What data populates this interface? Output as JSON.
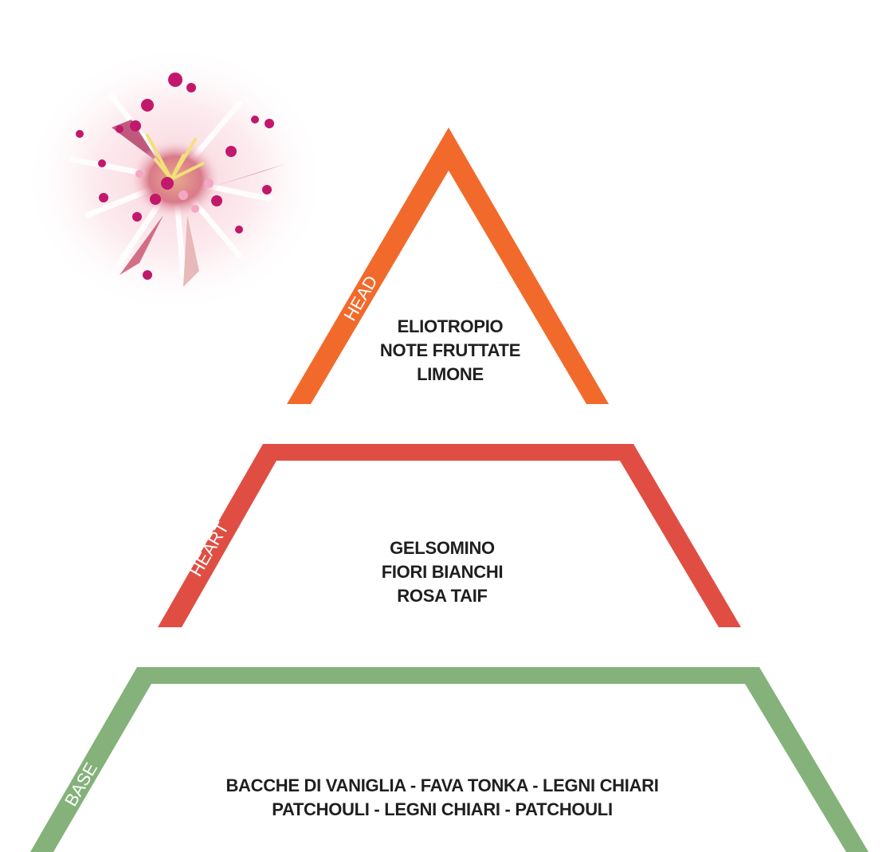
{
  "colors": {
    "head": "#f26a2b",
    "heart": "#e04e43",
    "base": "#84b27a",
    "text": "#1f1f1f"
  },
  "illustration": {
    "name": "pink-flower"
  },
  "tiers": {
    "head": {
      "label": "HEAD",
      "notes": [
        "ELIOTROPIO",
        "NOTE FRUTTATE",
        "LIMONE"
      ]
    },
    "heart": {
      "label": "HEART",
      "notes": [
        "GELSOMINO",
        "FIORI BIANCHI",
        "ROSA TAIF"
      ]
    },
    "base": {
      "label": "BASE",
      "notes": [
        "BACCHE DI VANIGLIA - FAVA TONKA - LEGNI CHIARI",
        "PATCHOULI - LEGNI CHIARI - PATCHOULI"
      ]
    }
  }
}
